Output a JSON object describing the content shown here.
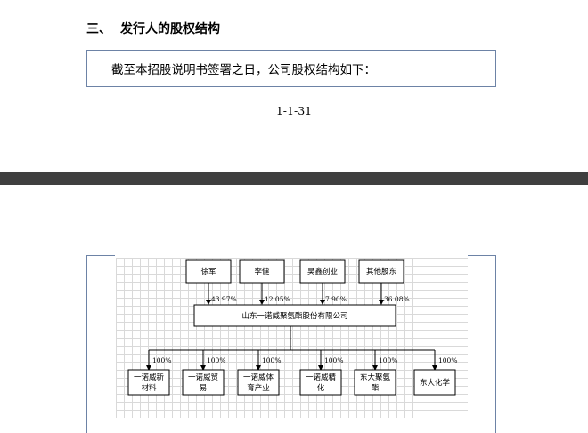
{
  "section": {
    "number": "三、",
    "title": "发行人的股权结构"
  },
  "intro_text": "截至本招股说明书签署之日，公司股权结构如下：",
  "page_number": "1-1-31",
  "shareholders": [
    {
      "name": "徐军",
      "pct": "43.97%"
    },
    {
      "name": "李健",
      "pct": "12.05%"
    },
    {
      "name": "昊鑫创业",
      "pct": "7.90%"
    },
    {
      "name": "其他股东",
      "pct": "36.08%"
    }
  ],
  "company": "山东一诺威聚氨酯股份有限公司",
  "subsidiaries": [
    {
      "lines": [
        "一诺威新",
        "材料"
      ],
      "pct": "100%"
    },
    {
      "lines": [
        "一诺威贸",
        "易"
      ],
      "pct": "100%"
    },
    {
      "lines": [
        "一诺威体",
        "育产业"
      ],
      "pct": "100%"
    },
    {
      "lines": [
        "一诺威精",
        "化"
      ],
      "pct": "100%"
    },
    {
      "lines": [
        "东大聚氨",
        "酯"
      ],
      "pct": "100%"
    },
    {
      "lines": [
        "东大化学"
      ],
      "pct": "100%"
    }
  ]
}
